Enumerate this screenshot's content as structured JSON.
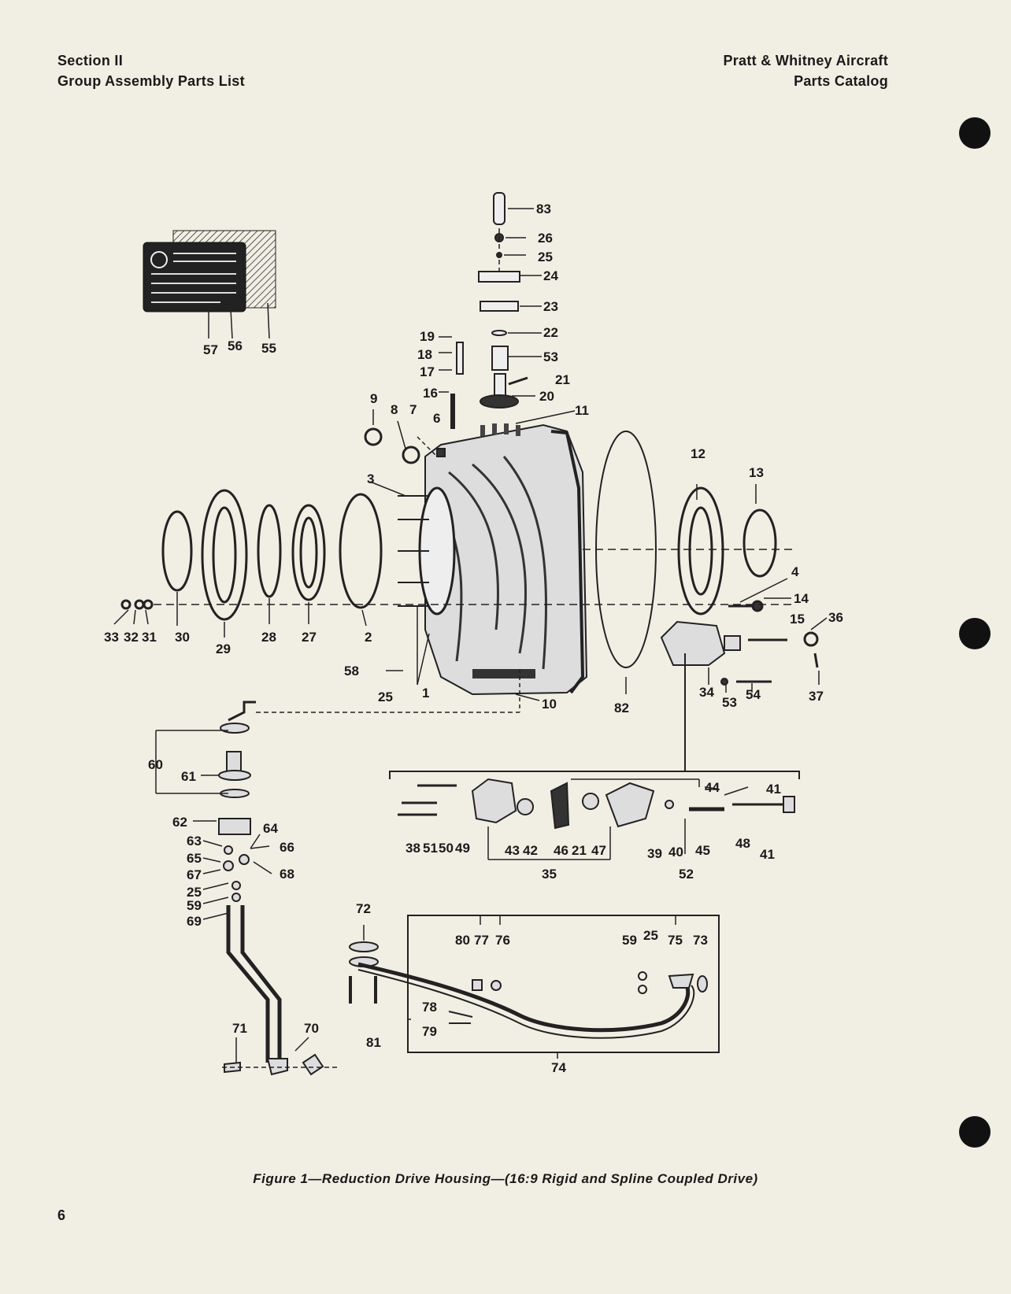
{
  "header": {
    "left_line1": "Section II",
    "left_line2": "Group Assembly Parts List",
    "right_line1": "Pratt & Whitney Aircraft",
    "right_line2": "Parts Catalog"
  },
  "figure": {
    "caption": "Figure 1—Reduction Drive Housing—(16:9 Rigid and Spline Coupled Drive)",
    "callouts": [
      "83",
      "26",
      "25",
      "24",
      "23",
      "22",
      "53",
      "21",
      "20",
      "11",
      "19",
      "18",
      "17",
      "16",
      "9",
      "8",
      "7",
      "6",
      "3",
      "12",
      "13",
      "4",
      "14",
      "15",
      "36",
      "30",
      "29",
      "28",
      "27",
      "2",
      "1",
      "33",
      "32",
      "31",
      "58",
      "25",
      "10",
      "82",
      "34",
      "53",
      "54",
      "37",
      "60",
      "61",
      "62",
      "63",
      "64",
      "65",
      "66",
      "67",
      "68",
      "25",
      "59",
      "69",
      "44",
      "41",
      "38",
      "51",
      "50",
      "49",
      "43",
      "42",
      "46",
      "21",
      "47",
      "39",
      "40",
      "45",
      "48",
      "41",
      "35",
      "52",
      "72",
      "80",
      "77",
      "76",
      "59",
      "25",
      "75",
      "73",
      "78",
      "79",
      "81",
      "74",
      "71",
      "70",
      "57",
      "56",
      "55"
    ]
  },
  "page_number": "6"
}
